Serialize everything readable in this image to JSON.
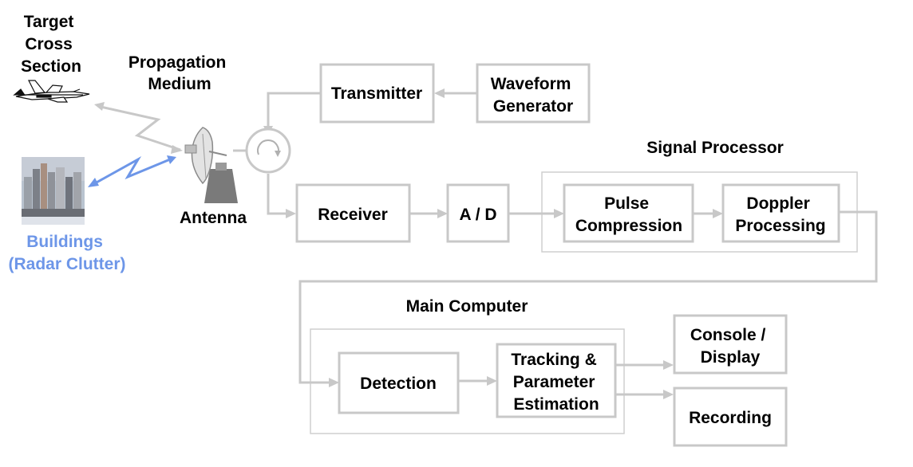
{
  "labels": {
    "target": [
      "Target",
      "Cross",
      "Section"
    ],
    "medium": [
      "Propagation",
      "Medium"
    ],
    "antenna": "Antenna",
    "buildings": [
      "Buildings",
      "(Radar Clutter)"
    ],
    "signal_processor": "Signal Processor",
    "main_computer": "Main Computer"
  },
  "blocks": {
    "transmitter": [
      "Transmitter"
    ],
    "waveform_generator": [
      "Waveform",
      "Generator"
    ],
    "receiver": [
      "Receiver"
    ],
    "ad": [
      "A / D"
    ],
    "pulse_compression": [
      "Pulse",
      "Compression"
    ],
    "doppler_processing": [
      "Doppler",
      "Processing"
    ],
    "detection": [
      "Detection"
    ],
    "tracking": [
      "Tracking &",
      "Parameter",
      "Estimation"
    ],
    "console": [
      "Console /",
      "Display"
    ],
    "recording": [
      "Recording"
    ]
  },
  "icons": {
    "aircraft": "jet-aircraft-icon",
    "antenna": "radar-dish-icon",
    "circulator": "circulator-icon",
    "buildings": "city-buildings-photo"
  },
  "colors": {
    "clutter_blue": "#6d96e8",
    "wire_gray": "#c8c8c8",
    "box_border": "#c8c8c8",
    "text": "#000000"
  }
}
